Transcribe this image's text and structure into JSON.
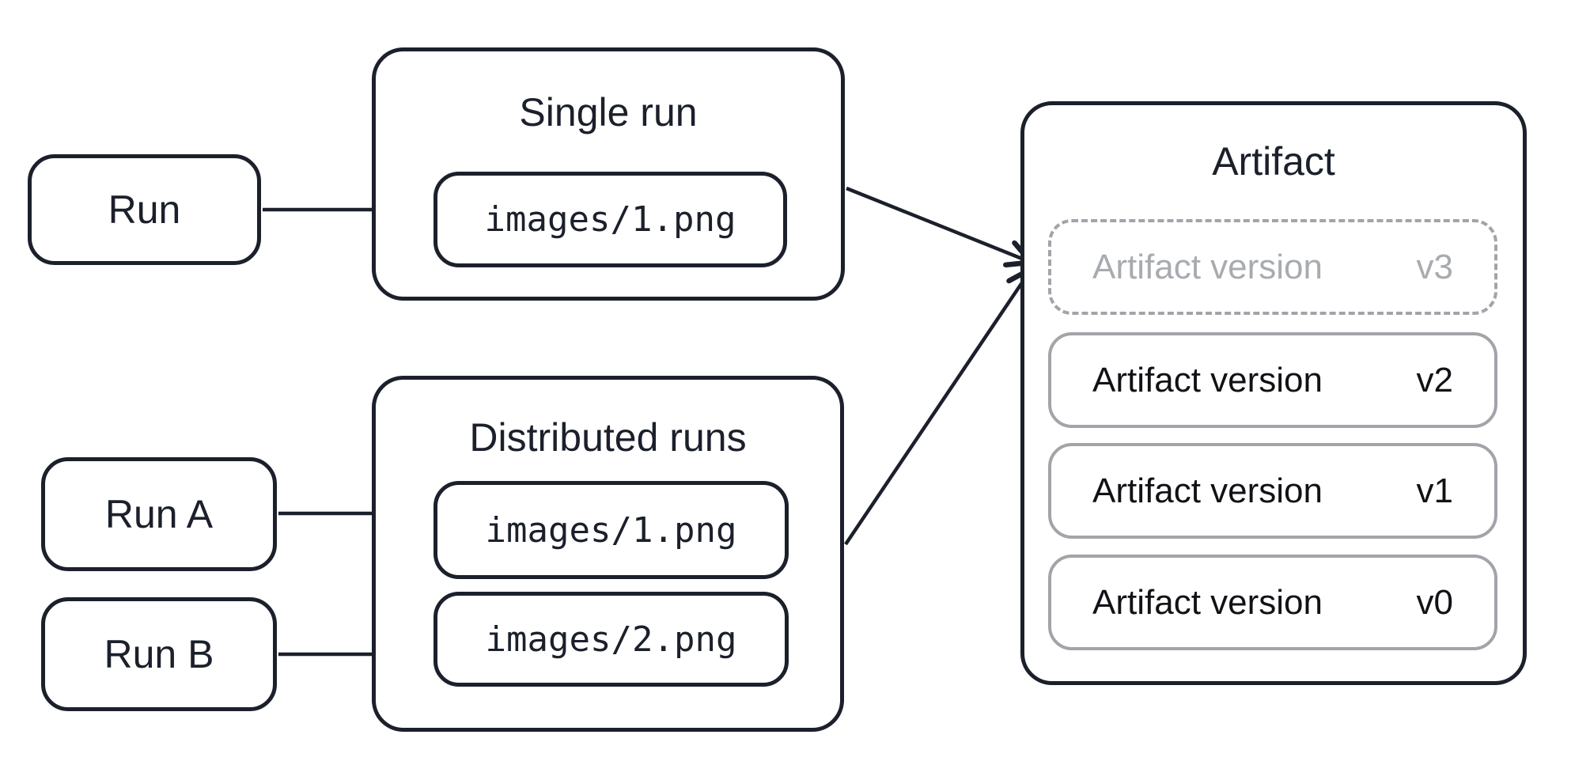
{
  "diagram": {
    "colors": {
      "ink": "#1b202b",
      "gray_border": "#a1a4a9",
      "muted_text": "#a8abaf",
      "version_text": "#101216",
      "background": "#ffffff"
    },
    "run_box": {
      "label": "Run"
    },
    "single_run": {
      "title": "Single run",
      "file": "images/1.png"
    },
    "distributed": {
      "title": "Distributed runs",
      "runs": [
        {
          "label": "Run A",
          "file": "images/1.png"
        },
        {
          "label": "Run B",
          "file": "images/2.png"
        }
      ]
    },
    "artifact": {
      "title": "Artifact",
      "versions": [
        {
          "label": "Artifact version",
          "version": "v3",
          "state": "pending"
        },
        {
          "label": "Artifact version",
          "version": "v2",
          "state": "saved"
        },
        {
          "label": "Artifact version",
          "version": "v1",
          "state": "saved"
        },
        {
          "label": "Artifact version",
          "version": "v0",
          "state": "saved"
        }
      ]
    }
  }
}
